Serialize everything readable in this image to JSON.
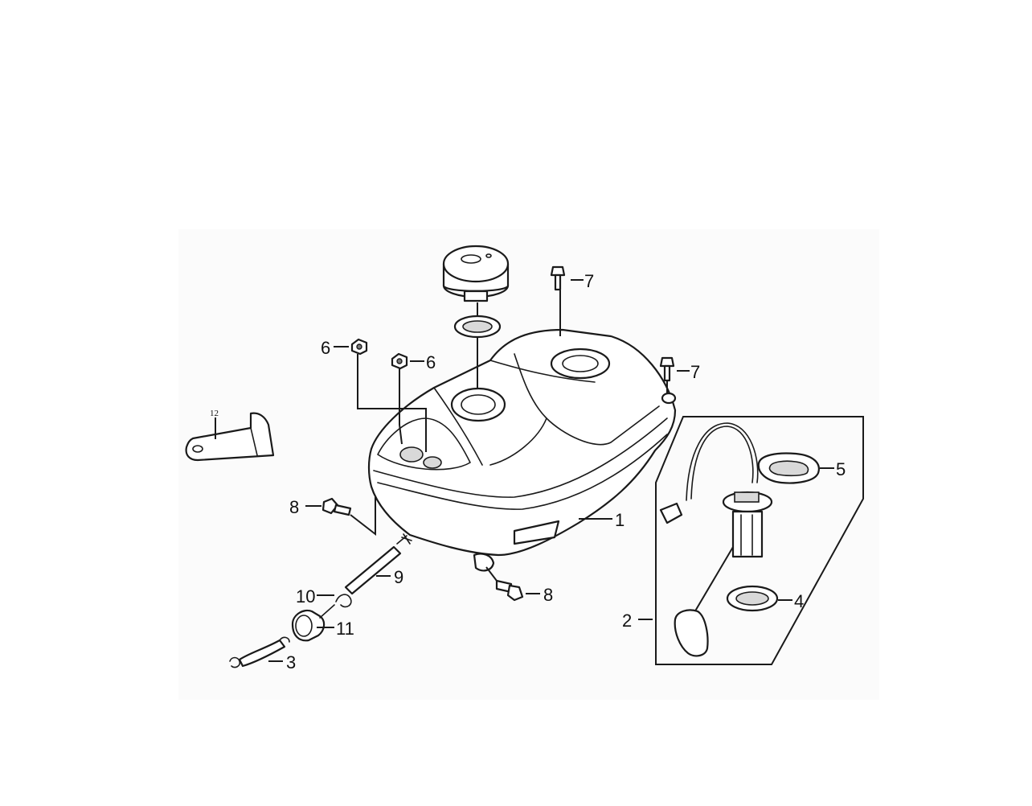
{
  "callouts": {
    "c1": "1",
    "c2": "2",
    "c3": "3",
    "c4": "4",
    "c5": "5",
    "c6a": "6",
    "c6b": "6",
    "c7a": "7",
    "c7b": "7",
    "c8a": "8",
    "c8b": "8",
    "c9": "9",
    "c10": "10",
    "c11": "11",
    "c12": "12"
  }
}
